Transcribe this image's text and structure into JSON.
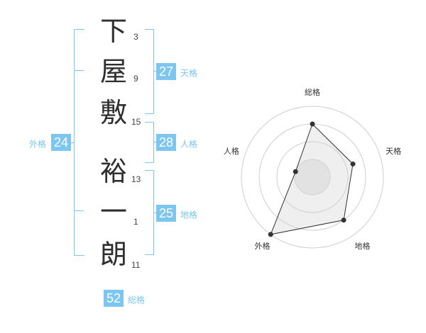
{
  "name_chars": [
    {
      "char": "下",
      "strokes": "3"
    },
    {
      "char": "屋",
      "strokes": "9"
    },
    {
      "char": "敷",
      "strokes": "15"
    },
    {
      "char": "裕",
      "strokes": "13"
    },
    {
      "char": "一",
      "strokes": "1"
    },
    {
      "char": "朗",
      "strokes": "11"
    }
  ],
  "fortunes": {
    "tenkaku": {
      "value": "27",
      "label": "天格"
    },
    "jinkaku": {
      "value": "28",
      "label": "人格"
    },
    "chikaku": {
      "value": "25",
      "label": "地格"
    },
    "gaikaku": {
      "value": "24",
      "label": "外格"
    },
    "soukaku": {
      "value": "52",
      "label": "総格"
    }
  },
  "colors": {
    "accent": "#7cc6f0"
  },
  "chart_data": {
    "type": "radar",
    "axes": [
      "総格",
      "天格",
      "地格",
      "外格",
      "人格"
    ],
    "values": [
      0.75,
      0.6,
      0.75,
      1.0,
      0.25
    ],
    "rmax": 1.0,
    "rings": 4
  }
}
